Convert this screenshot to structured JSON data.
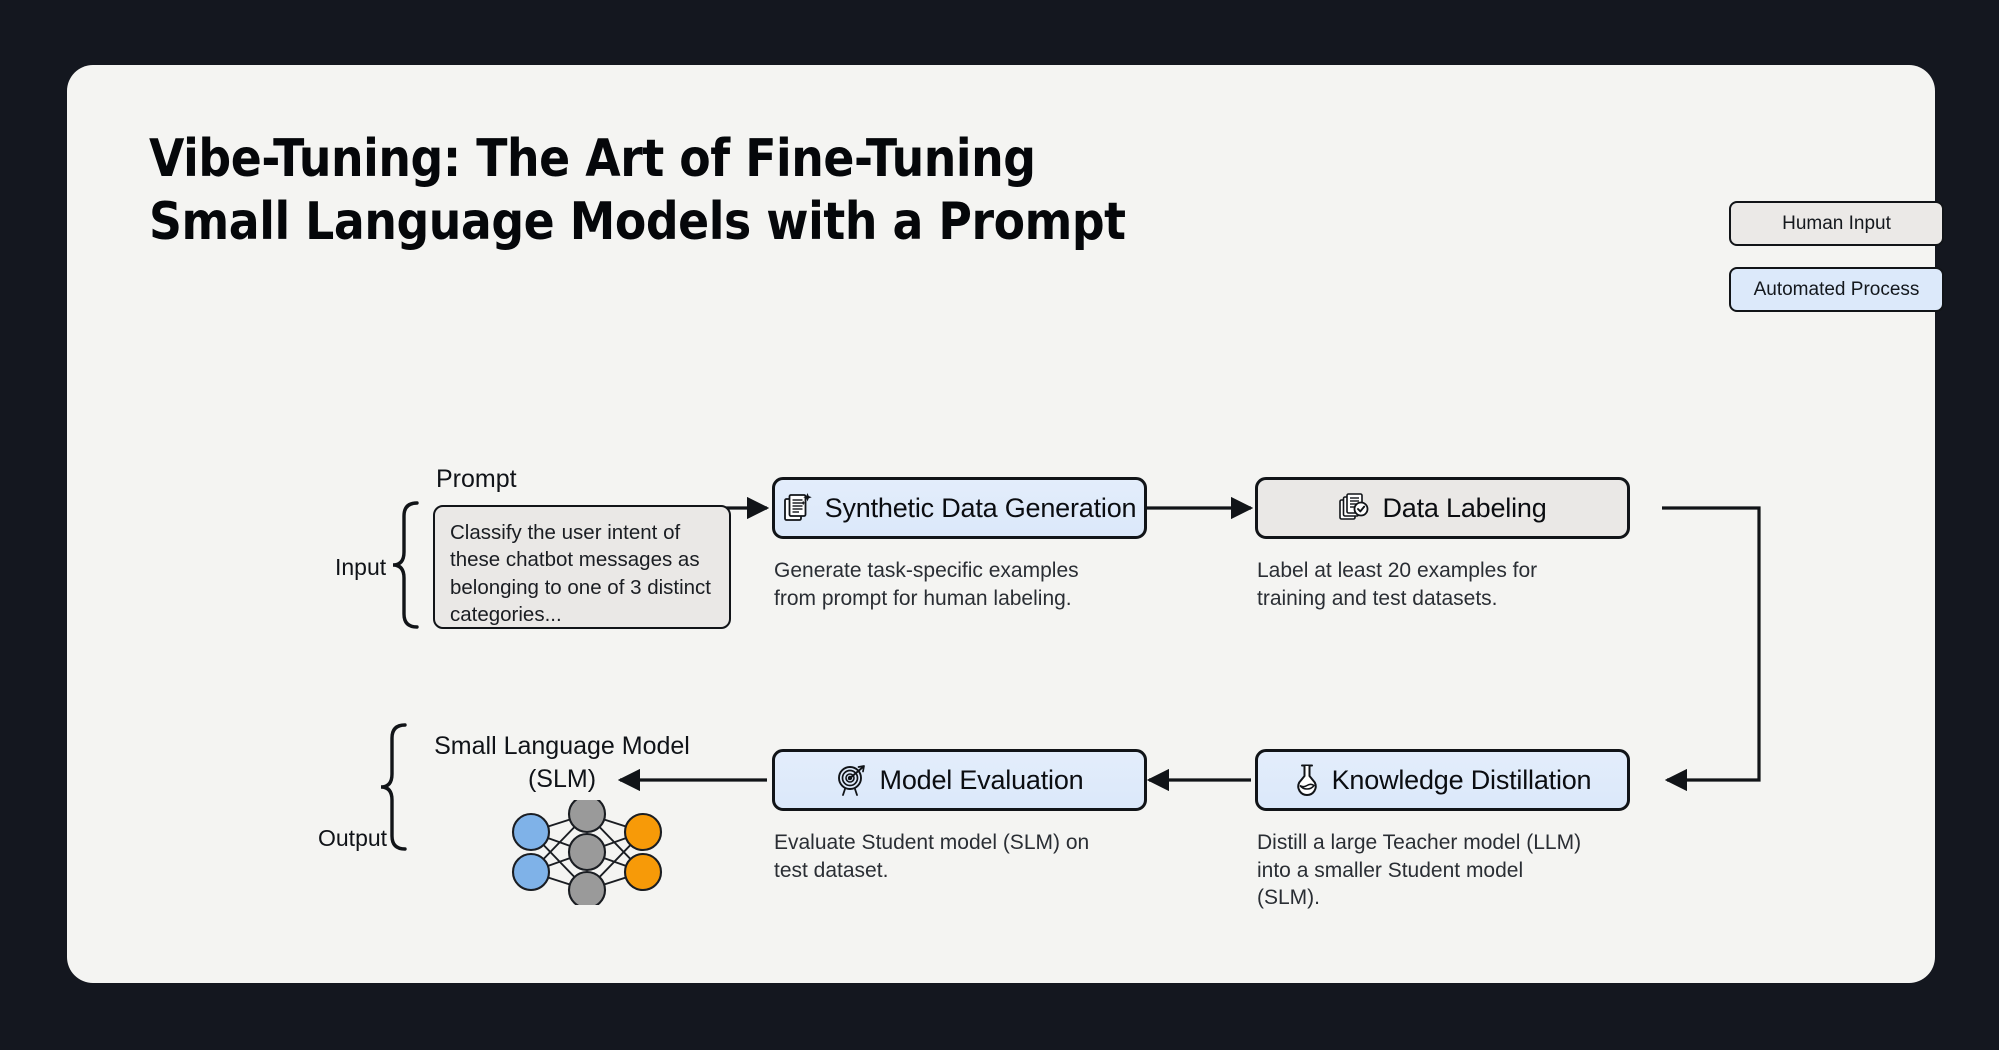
{
  "canvas": {
    "bg_color": "#14171f",
    "card_color": "#f4f4f2"
  },
  "title": {
    "line1": "Vibe-Tuning: The Art of Fine-Tuning",
    "line2": "Small Language Models with a Prompt"
  },
  "legend": {
    "items": [
      {
        "label": "Human Input",
        "color": "#ebe9e7",
        "type": "human"
      },
      {
        "label": "Automated Process",
        "color": "#dce9fa",
        "type": "automated"
      }
    ]
  },
  "input_group": {
    "bracket_label": "Input",
    "prompt_label": "Prompt",
    "prompt_text": "Classify the user intent of these chatbot messages as belonging to one of 3 distinct categories..."
  },
  "output_group": {
    "bracket_label": "Output",
    "model_label_line1": "Small Language Model",
    "model_label_line2": "(SLM)",
    "network": {
      "input_nodes": 2,
      "hidden_nodes": 3,
      "output_nodes": 2,
      "input_color": "#7fb2e8",
      "hidden_color": "#9a9a9a",
      "output_color": "#f79a08"
    }
  },
  "steps": [
    {
      "id": "synthetic-data-generation",
      "title": "Synthetic Data Generation",
      "icon": "documents-sparkle-icon",
      "type": "automated",
      "caption": "Generate task-specific examples from prompt for human labeling."
    },
    {
      "id": "data-labeling",
      "title": "Data Labeling",
      "icon": "documents-check-icon",
      "type": "human",
      "caption": "Label at least 20 examples for training and test datasets."
    },
    {
      "id": "knowledge-distillation",
      "title": "Knowledge Distillation",
      "icon": "flask-icon",
      "type": "automated",
      "caption": "Distill a large Teacher model (LLM) into a smaller Student model (SLM)."
    },
    {
      "id": "model-evaluation",
      "title": "Model Evaluation",
      "icon": "target-icon",
      "type": "automated",
      "caption": "Evaluate Student model (SLM) on test dataset."
    }
  ]
}
